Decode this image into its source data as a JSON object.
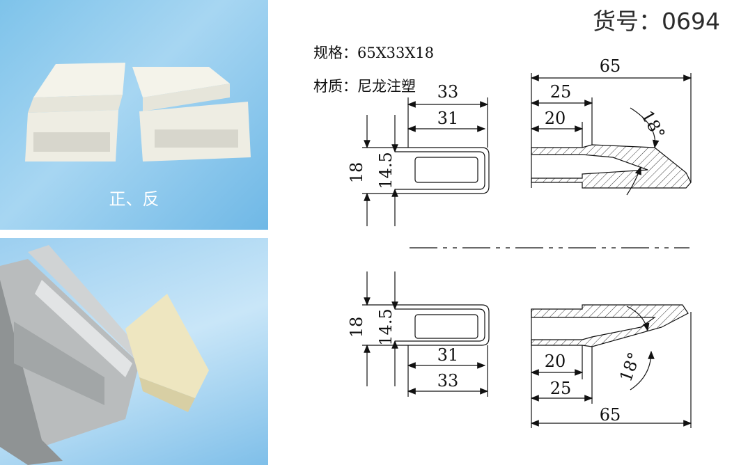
{
  "header": {
    "item_number": "货号：0694"
  },
  "specs": {
    "size": "规格：65X33X18",
    "material": "材质：尼龙注塑"
  },
  "photos": {
    "top_caption": "正、反"
  },
  "dimensions": {
    "overall_length": "65",
    "outer_width": "33",
    "inner_width": "31",
    "depth_25": "25",
    "depth_20": "20",
    "height": "18",
    "inner_height": "14.5",
    "angle": "18°"
  },
  "colors": {
    "background": "#7ec3ea",
    "part": "#f3f0df",
    "line": "#111111"
  }
}
